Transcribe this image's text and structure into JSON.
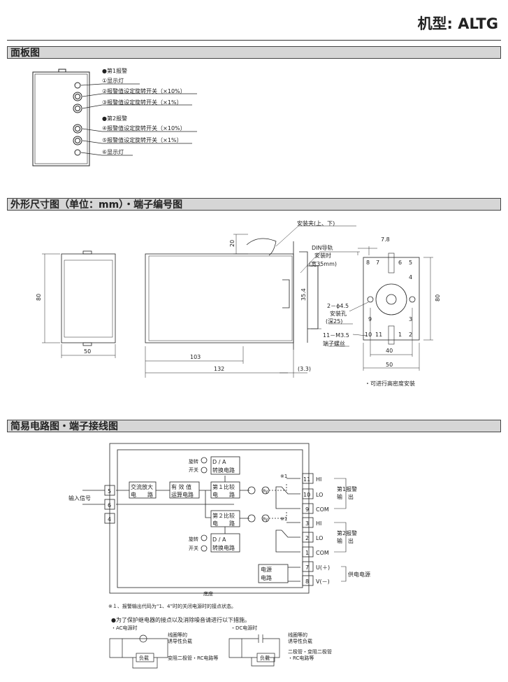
{
  "header": {
    "title": "机型: ALTG"
  },
  "sections": {
    "panel": "面板图",
    "dimensions": "外形尺寸图（单位：mm）・端子编号图",
    "circuit": "简易电路图・端子接线图"
  },
  "panel": {
    "alarm1": "●第1报警",
    "item1": "①显示灯",
    "item2": "②报警值设定旋转开关（×10%）",
    "item3": "③报警值设定旋转开关（×1%）",
    "alarm2": "●第2报警",
    "item4": "④报警值设定旋转开关（×10%）",
    "item5": "⑤报警值设定旋转开关（×1%）",
    "item6": "⑥显示灯"
  },
  "dimensions": {
    "front_height": "80",
    "front_width": "50",
    "clip_height": "20",
    "body_depth": "103",
    "total_depth": "132",
    "rail_offset": "(3.3)",
    "rail_height": "35.4",
    "clip_label": "安装夹(上、下)",
    "din_label": [
      "DIN导轨",
      "安装时",
      "(宽35mm)"
    ],
    "hole_label": [
      "2－ϕ4.5",
      "安装孔",
      "(深25)"
    ],
    "screw_label": [
      "11－M3.5",
      "端子螺丝"
    ],
    "socket_pitch": "7.8",
    "socket_height": "80",
    "socket_hole_pitch": "40",
    "socket_width": "50",
    "socket_terminals": [
      "8",
      "7",
      "6",
      "5",
      "4",
      "9",
      "3",
      "10",
      "11",
      "1",
      "2"
    ],
    "note": "・可进行高密度安装"
  },
  "circuit": {
    "input_label": "输入信号",
    "in_terminals": [
      "5",
      "6",
      "4"
    ],
    "ac_amp": [
      "交流放大",
      "电　　路"
    ],
    "rms": [
      "有 效 值",
      "运算电路"
    ],
    "comp1": [
      "第１比较",
      "电　　路"
    ],
    "comp2": [
      "第２比较",
      "电　　路"
    ],
    "da": [
      "D / A",
      "转换电路"
    ],
    "rotary": [
      "旋转",
      "开关"
    ],
    "ry": "Ry",
    "note_mark": "※1",
    "out_terminals": [
      {
        "num": "11",
        "label": "HI"
      },
      {
        "num": "10",
        "label": "LO"
      },
      {
        "num": "9",
        "label": "COM"
      },
      {
        "num": "3",
        "label": "HI"
      },
      {
        "num": "2",
        "label": "LO"
      },
      {
        "num": "1",
        "label": "COM"
      },
      {
        "num": "7",
        "label": "U(＋)"
      },
      {
        "num": "8",
        "label": "V(－)"
      }
    ],
    "alarm1_out": [
      "第1报警",
      "输　出"
    ],
    "alarm2_out": [
      "第2报警",
      "输　出"
    ],
    "power_circuit": [
      "电源",
      "电路"
    ],
    "power_supply": "供电电源",
    "base": "底座",
    "footnote": "※１、报警输出代码为“1、4”时的关闭电源时的接点状态。"
  },
  "protection": {
    "heading": "●为了保护继电器的接点以及消除噪音请进行以下措施。",
    "ac": "・AC电源时",
    "dc": "・DC电源时",
    "load": "负载",
    "inductive": [
      "线圈等的",
      "诱导性负载"
    ],
    "ac_device": "变阻二极管・RC电路等",
    "dc_device": [
      "二极管・变阻二极管",
      "・RC电路等"
    ]
  }
}
